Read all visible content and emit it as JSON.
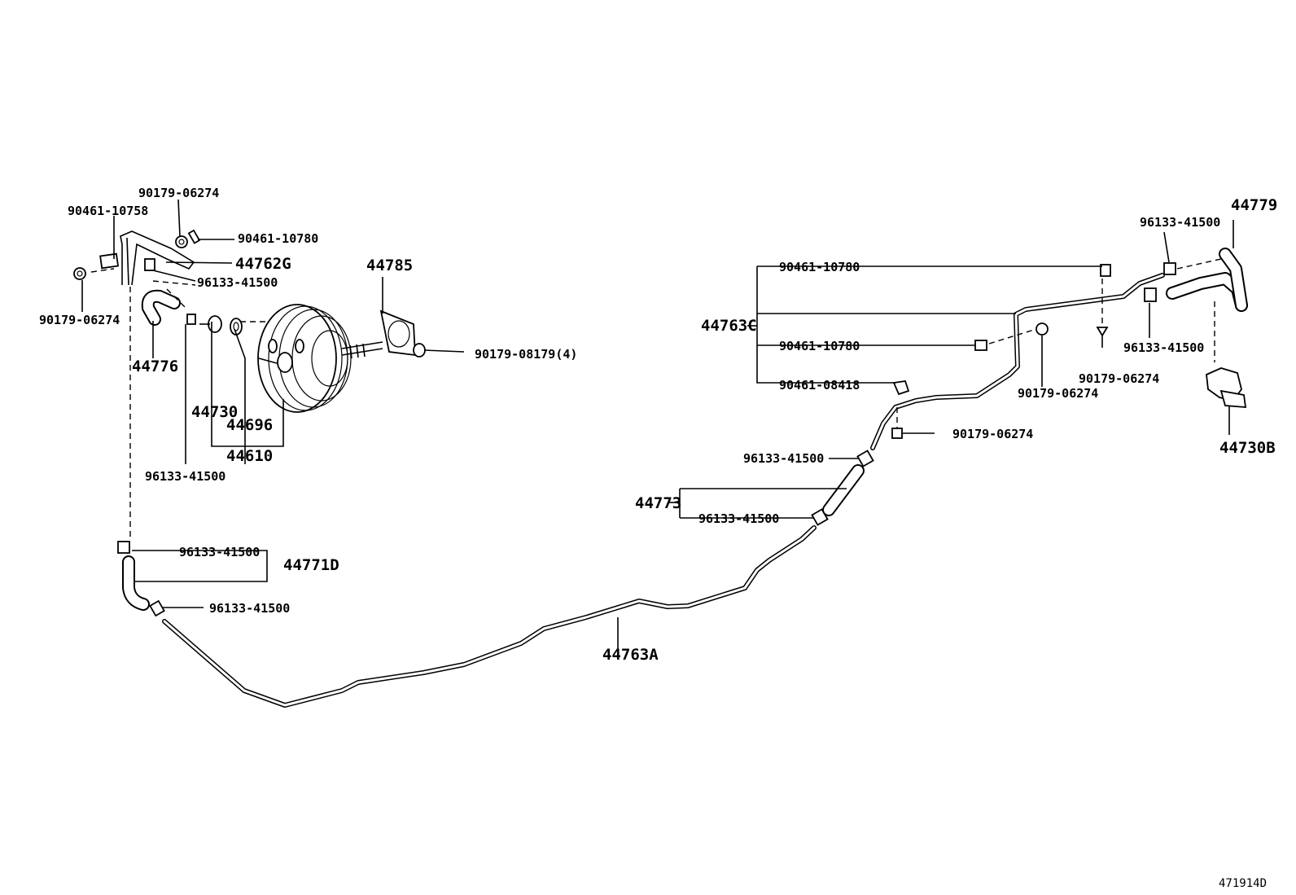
{
  "labels": {
    "p_90179_06274_top": "90179-06274",
    "p_90461_10758": "90461-10758",
    "p_90461_10780_left": "90461-10780",
    "p_44762G": "44762G",
    "p_96133_41500_a": "96133-41500",
    "p_90179_06274_left": "90179-06274",
    "p_44776": "44776",
    "p_44785": "44785",
    "p_90179_08179": "90179-08179(4)",
    "p_44730": "44730",
    "p_44696": "44696",
    "p_44610": "44610",
    "p_96133_41500_b": "96133-41500",
    "p_96133_41500_c": "96133-41500",
    "p_44771D": "44771D",
    "p_96133_41500_d": "96133-41500",
    "p_44763A": "44763A",
    "p_44773": "44773",
    "p_96133_41500_e": "96133-41500",
    "p_96133_41500_f": "96133-41500",
    "p_90179_06274_g": "90179-06274",
    "p_44763C": "44763C",
    "p_90461_10780_r1": "90461-10780",
    "p_90461_10780_r2": "90461-10780",
    "p_90461_08418": "90461-08418",
    "p_90179_06274_h": "90179-06274",
    "p_90179_06274_i": "90179-06274",
    "p_96133_41500_j": "96133-41500",
    "p_96133_41500_k": "96133-41500",
    "p_44779": "44779",
    "p_44730B": "44730B",
    "ref_code": "471914D"
  }
}
